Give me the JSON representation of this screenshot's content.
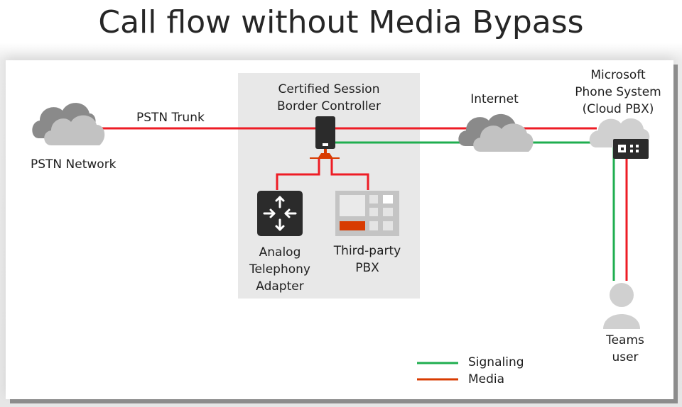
{
  "title": "Call flow without Media Bypass",
  "colors": {
    "signaling": "#1fae4f",
    "media": "#ee1c25",
    "media_legend": "#d83b01",
    "sbc_group_bg": "#e8e8e8",
    "device_dark": "#2b2b2b",
    "cloud_light": "#c2c2c2",
    "cloud_dark": "#8a8a8a"
  },
  "nodes": {
    "pstn_network": {
      "label": "PSTN Network",
      "icon": "cloud-icon"
    },
    "pstn_trunk": {
      "label": "PSTN Trunk"
    },
    "sbc": {
      "label_line1": "Certified Session",
      "label_line2": "Border Controller",
      "icon": "sbc-device-icon"
    },
    "internet": {
      "label": "Internet",
      "icon": "cloud-icon"
    },
    "phone_system": {
      "label_line1": "Microsoft",
      "label_line2": "Phone System",
      "label_line3": "(Cloud PBX)",
      "icon": "phone-system-icon"
    },
    "ata": {
      "label_line1": "Analog",
      "label_line2": "Telephony",
      "label_line3": "Adapter",
      "icon": "ata-arrows-icon"
    },
    "pbx": {
      "label_line1": "Third-party",
      "label_line2": "PBX",
      "icon": "pbx-keypad-icon"
    },
    "teams_user": {
      "label_line1": "Teams",
      "label_line2": "user",
      "icon": "user-icon"
    }
  },
  "edges": [
    {
      "from": "PSTN Network",
      "to": "Certified Session Border Controller",
      "type": "Media",
      "label": "PSTN Trunk"
    },
    {
      "from": "Certified Session Border Controller",
      "to": "Microsoft Phone System",
      "type": "Media",
      "via": "Internet"
    },
    {
      "from": "Certified Session Border Controller",
      "to": "Microsoft Phone System",
      "type": "Signaling",
      "via": "Internet"
    },
    {
      "from": "Microsoft Phone System",
      "to": "Teams user",
      "type": "Media"
    },
    {
      "from": "Microsoft Phone System",
      "to": "Teams user",
      "type": "Signaling"
    },
    {
      "from": "Certified Session Border Controller",
      "to": "Analog Telephony Adapter",
      "type": "Media"
    },
    {
      "from": "Certified Session Border Controller",
      "to": "Third-party PBX",
      "type": "Media"
    }
  ],
  "legend": {
    "items": [
      {
        "label": "Signaling",
        "color": "#1fae4f"
      },
      {
        "label": "Media",
        "color": "#d83b01"
      }
    ]
  }
}
